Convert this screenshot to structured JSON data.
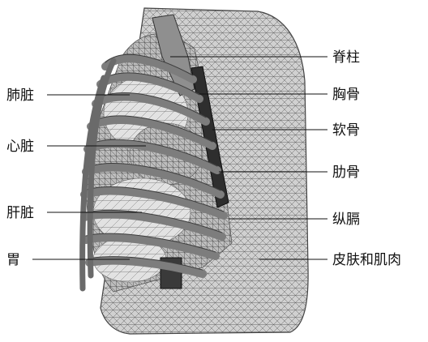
{
  "figure": {
    "left_labels": [
      {
        "id": "lung",
        "text": "肺脏"
      },
      {
        "id": "heart",
        "text": "心脏"
      },
      {
        "id": "liver",
        "text": "肝脏"
      },
      {
        "id": "stomach",
        "text": "胃"
      }
    ],
    "right_labels": [
      {
        "id": "spine",
        "text": "脊柱"
      },
      {
        "id": "sternum",
        "text": "胸骨"
      },
      {
        "id": "cartilage",
        "text": "软骨"
      },
      {
        "id": "rib",
        "text": "肋骨"
      },
      {
        "id": "mediastinum",
        "text": "纵膈"
      },
      {
        "id": "skin-muscle",
        "text": "皮肤和肌肉"
      }
    ],
    "colors": {
      "mesh_line": "#555555",
      "shell_fill": "#c9c9c9",
      "rib_fill": "#8a8a8a",
      "dark_structure": "#3a3a3a",
      "label_text": "#111111"
    }
  }
}
